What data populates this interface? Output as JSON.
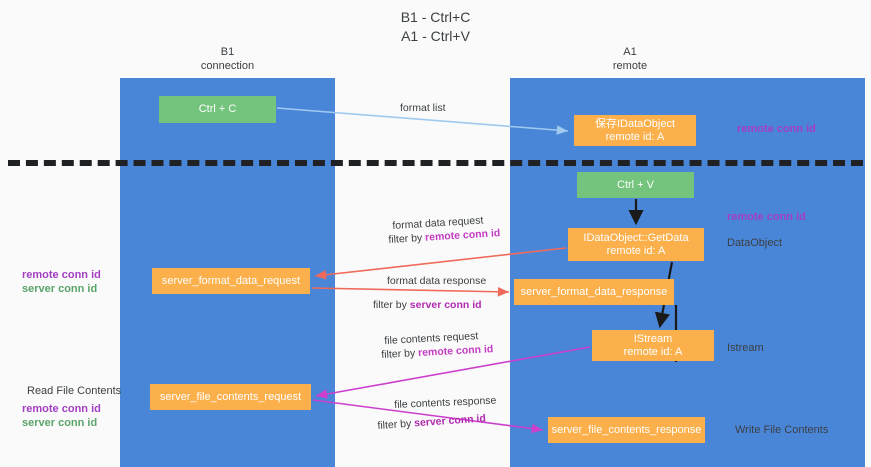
{
  "title": "B1 - Ctrl+C\nA1 - Ctrl+V",
  "columns": {
    "left": {
      "name": "B1",
      "role": "connection"
    },
    "right": {
      "name": "A1",
      "role": "remote"
    }
  },
  "nodes": {
    "ctrl_c": {
      "label": "Ctrl + C",
      "color": "#75c47d"
    },
    "data_object": {
      "line1": "保存IDataObject",
      "line2": "remote id: A",
      "color": "#fbb04c"
    },
    "ctrl_v": {
      "label": "Ctrl + V",
      "color": "#75c47d"
    },
    "get_data": {
      "line1": "IDataObject::GetData",
      "line2": "remote id: A",
      "color": "#fbb04c"
    },
    "server_format_data_request": {
      "label": "server_format_data_request",
      "color": "#fbb04c"
    },
    "server_format_data_response": {
      "label": "server_format_data_response",
      "color": "#fbb04c"
    },
    "istream": {
      "line1": "IStream",
      "line2": "remote id: A",
      "color": "#fbb04c"
    },
    "server_file_contents_request": {
      "label": "server_file_contents_request",
      "color": "#fbb04c"
    },
    "server_file_contents_response": {
      "label": "server_file_contents_response",
      "color": "#fbb04c"
    }
  },
  "edges": {
    "format_list": {
      "label": "format list",
      "color": "#9fc9ef"
    },
    "format_data_request": {
      "label": "format data request",
      "filter_prefix": "filter by ",
      "filter_key": "remote conn id",
      "color": "#ef6a5a"
    },
    "format_data_response": {
      "label": "format data response",
      "filter_prefix": "filter by ",
      "filter_key": "server conn id",
      "color": "#ef6a5a"
    },
    "file_contents_request": {
      "label": "file contents request",
      "filter_prefix": "filter by ",
      "filter_key": "remote conn id",
      "color": "#cc3fcc"
    },
    "file_contents_response": {
      "label": "file contents response",
      "filter_prefix": "filter by ",
      "filter_key": "server conn id",
      "color": "#cc3fcc"
    }
  },
  "annotations": {
    "remote_conn_id_top": "remote conn id",
    "remote_conn_id_mid": "remote conn id",
    "data_object": "DataObject",
    "istream": "Istream",
    "write_file_contents": "Write File Contents",
    "read_file_contents": "Read File Contents",
    "remote_conn_id": "remote conn id",
    "server_conn_id": "server conn id"
  },
  "colors": {
    "column": "#4a86d8",
    "green_node": "#75c47d",
    "orange_node": "#fbb04c",
    "purple_text": "#a33ec4",
    "green_text": "#5aa469",
    "divider": "#202124",
    "background": "#fafafa"
  }
}
